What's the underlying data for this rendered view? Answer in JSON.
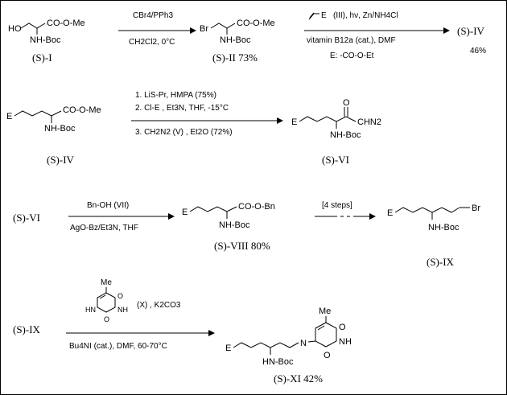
{
  "scheme": {
    "row1": {
      "sm_ho": "HO",
      "sm_ester": "CO-O-Me",
      "sm_nh": "NH-Boc",
      "sm_label": "(S)-I",
      "r1_top": "CBr4/PPh3",
      "r1_bot": "CH2Cl2, 0°C",
      "p2_br": "Br",
      "p2_ester": "CO-O-Me",
      "p2_nh": "NH-Boc",
      "p2_label": "(S)-II 73%",
      "r2_e": "E",
      "r2_top": "(III), hν, Zn/NH4Cl",
      "r2_mid": "vitamin B12a (cat.), DMF",
      "r2_e_def": "E: -CO-O-Et",
      "p3_label": "(S)-IV",
      "p3_yield": "46%"
    },
    "row2": {
      "sm_e": "E",
      "sm_ester": "CO-O-Me",
      "sm_nh": "NH-Boc",
      "sm_label": "(S)-IV",
      "step1": "1. LiS-Pr, HMPA   (75%)",
      "step2": "2. Cl-E    , Et3N, THF,  -15°C",
      "step3": "3. CH2N2    (V)  , Et2O (72%)",
      "p_e": "E",
      "p_o": "O",
      "p_chn2": "CHN2",
      "p_nh": "NH-Boc",
      "p_label": "(S)-VI"
    },
    "row3": {
      "sm_label": "(S)-VI",
      "r_top": "Bn-OH  (VII)",
      "r_bot": "AgO-Bz/Et3N, THF",
      "p_e": "E",
      "p_ester": "CO-O-Bn",
      "p_nh": "NH-Boc",
      "p_label": "(S)-VIII  80%",
      "steps": "[4 steps]",
      "q_e": "E",
      "q_br": "Br",
      "q_nh": "NH-Boc",
      "q_label": "(S)-IX"
    },
    "row4": {
      "sm_label": "(S)-IX",
      "thy_me": "Me",
      "thy_o1": "O",
      "thy_o2": "O",
      "thy_nh": "NH",
      "thy_hn": "HN",
      "r_top": "(X) , K2CO3",
      "r_bot": "Bu4NI (cat.), DMF,   60-70°C",
      "p_e": "E",
      "p_me": "Me",
      "p_o1": "O",
      "p_o2": "O",
      "p_nh": "NH",
      "p_n": "N",
      "p_hn": "HN-Boc",
      "p_label": "(S)-XI  42%"
    }
  }
}
